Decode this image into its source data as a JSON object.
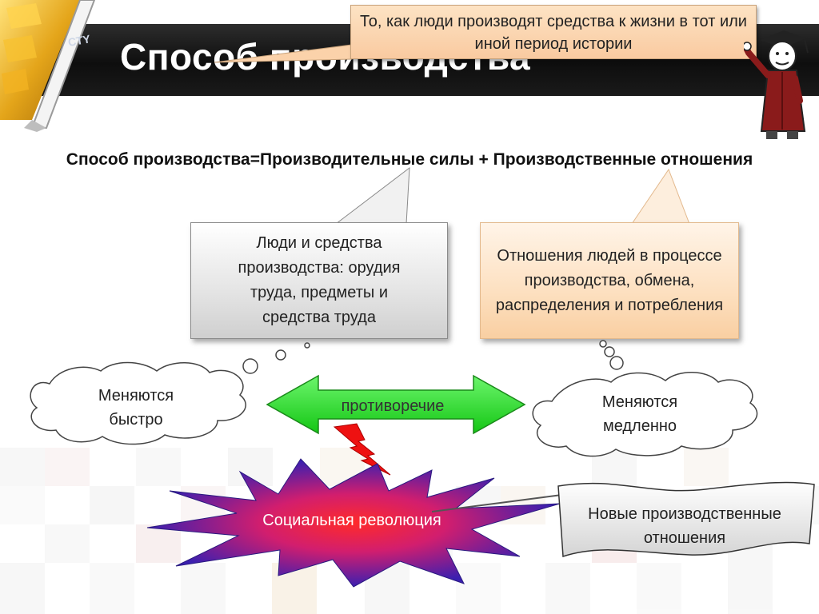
{
  "slide": {
    "title": "Способ производства",
    "definition_note": "То, как люди производят средства к жизни в тот или иной период истории",
    "formula": "Способ производства=Производительные силы + Производственные отношения"
  },
  "productive_forces": {
    "description": "Люди и средства производства: орудия труда, предметы и средства труда",
    "change_note": "Меняются быстро"
  },
  "production_relations": {
    "description": "Отношения людей в процессе производства, обмена, распределения и потребления",
    "change_note": "Меняются медленно"
  },
  "arrow_label": "противоречие",
  "revolution_label": "Социальная революция",
  "result_label": "Новые производственные отношения",
  "colors": {
    "title_bar": "#111111",
    "gray_box": "#dcdcdc",
    "peach_box": "#fcd9b3",
    "arrow_green": "#22dd22",
    "lightning_red": "#ee1111",
    "star_center": "#ff2a2a",
    "star_outer": "#3a1fb0"
  }
}
